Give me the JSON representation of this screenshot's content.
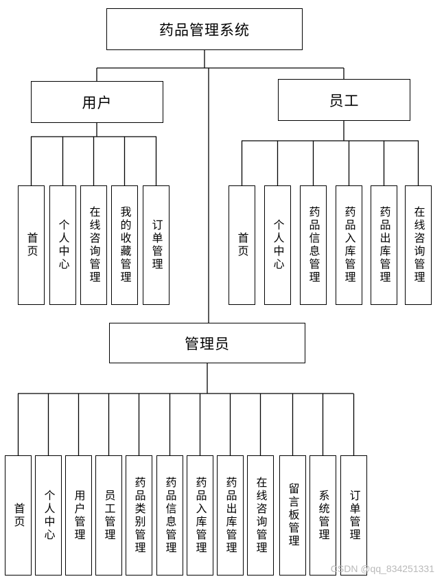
{
  "root": "药品管理系统",
  "user": {
    "label": "用户",
    "items": [
      "首页",
      "个人中心",
      "在线咨询管理",
      "我的收藏管理",
      "订单管理"
    ]
  },
  "staff": {
    "label": "员工",
    "items": [
      "首页",
      "个人中心",
      "药品信息管理",
      "药品入库管理",
      "药品出库管理",
      "在线咨询管理"
    ]
  },
  "admin": {
    "label": "管理员",
    "items": [
      "首页",
      "个人中心",
      "用户管理",
      "员工管理",
      "药品类别管理",
      "药品信息管理",
      "药品入库管理",
      "药品出库管理",
      "在线咨询管理",
      "留言板管理",
      "系统管理",
      "订单管理"
    ]
  },
  "watermark": "CSDN @qq_834251331"
}
